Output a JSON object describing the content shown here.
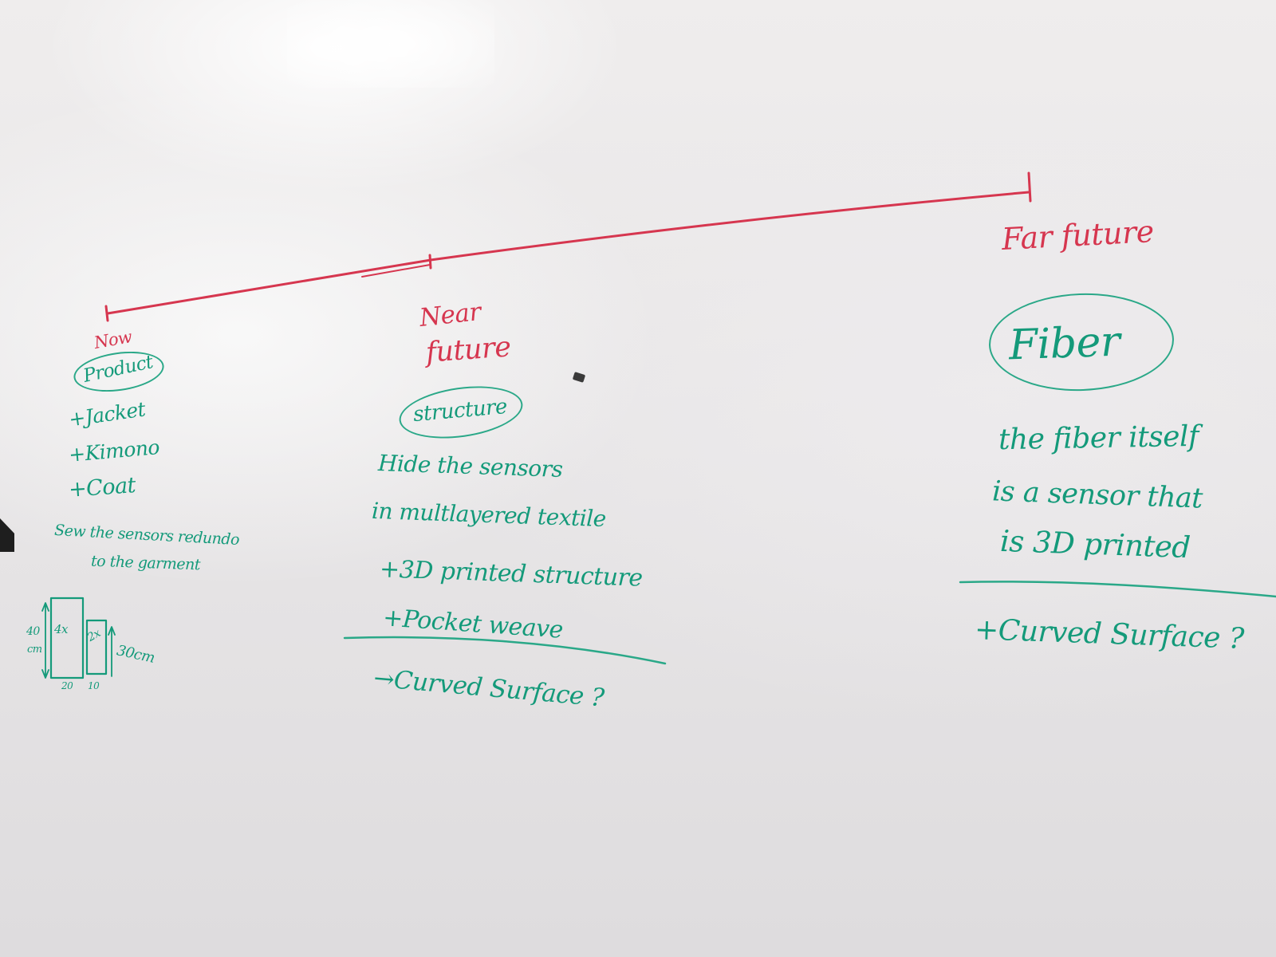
{
  "whiteboard": {
    "timeline": {
      "now": "Now",
      "near_future": [
        "Near",
        "future"
      ],
      "far_future": "Far future"
    },
    "now_column": {
      "heading": "Product",
      "items": [
        "+Jacket",
        "+Kimono",
        "+Coat"
      ],
      "note_lines": [
        "Sew the sensors redundo",
        "to the garment"
      ],
      "sketch": {
        "left_box": "4x",
        "right_box": "2x",
        "height_left": [
          "40",
          "cm"
        ],
        "height_right": "30cm",
        "width_left": "20",
        "width_right": "10"
      }
    },
    "near_column": {
      "heading": "structure",
      "lines": [
        "Hide the sensors",
        "in multlayered textile"
      ],
      "items": [
        "+3D printed structure",
        "+Pocket weave"
      ],
      "question": "→Curved Surface ?"
    },
    "far_column": {
      "heading": "Fiber",
      "lines": [
        "the fiber itself",
        "is a sensor that",
        "is 3D printed"
      ],
      "question": "+Curved Surface ?"
    }
  }
}
